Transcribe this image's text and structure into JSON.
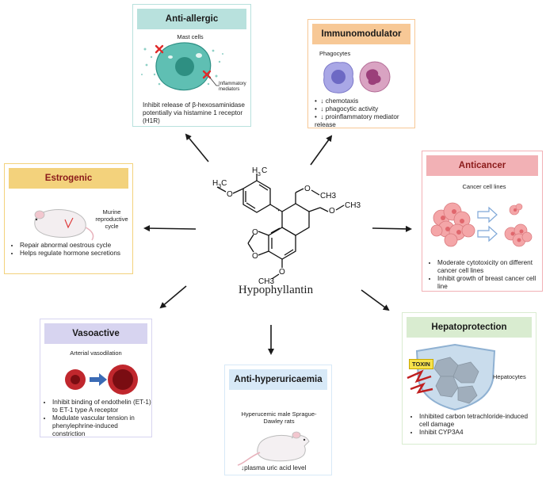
{
  "center": {
    "compound_name": "Hypophyllantin"
  },
  "structure": {
    "och3_top": "O",
    "h3c_top_h": "H",
    "h3c_top_3": "3",
    "h3c_top_c": "C",
    "o_left": "O",
    "och3_bottom_o": "O",
    "och3_bottom_ch3": "CH3",
    "chain1_o": "O",
    "chain1_ch3": "CH3",
    "chain2_o": "O",
    "chain2_ch3": "CH3",
    "ring_o1": "O",
    "ring_o2": "O"
  },
  "panels": {
    "anti_allergic": {
      "title": "Anti-allergic",
      "header_color": "#b8e1dd",
      "cell_label": "Mast cells",
      "mediator_label": "Inflammatory mediators",
      "description": "Inhibit release of β-hexosaminidase potentially via histamine 1 receptor (H1R)"
    },
    "immunomodulator": {
      "title": "Immunomodulator",
      "header_color": "#f7c896",
      "cell_label": "Phagocytes",
      "items": [
        "↓ chemotaxis",
        "↓ phagocytic activity",
        "↓ proinflammatory mediator release"
      ]
    },
    "estrogenic": {
      "title": "Estrogenic",
      "header_color": "#f3d27c",
      "label": "Murine reproductive cycle",
      "items": [
        "Repair abnormal oestrous cycle",
        "Helps regulate hormone secretions"
      ]
    },
    "anticancer": {
      "title": "Anticancer",
      "header_color": "#f2b1b5",
      "label": "Cancer cell lines",
      "items": [
        "Moderate cytotoxicity on different cancer cell lines",
        "Inhibit growth of breast cancer cell line"
      ]
    },
    "vasoactive": {
      "title": "Vasoactive",
      "header_color": "#d7d4f0",
      "label": "Arterial vasodilation",
      "items": [
        "Inhibit binding of endothelin (ET-1) to ET-1 type A receptor",
        "Modulate vascular tension in phenylephrine-induced constriction"
      ]
    },
    "anti_hyperuricaemia": {
      "title": "Anti-hyperuricaemia",
      "header_color": "#d7e9f7",
      "label": "Hyperucemic male Sprague-Dawley rats",
      "description": "↓plasma uric acid level"
    },
    "hepatoprotection": {
      "title": "Hepatoprotection",
      "header_color": "#d9ecd0",
      "toxin_label": "TOXIN",
      "cell_label": "Hepatocytes",
      "items": [
        "Inhibited carbon tetrachloride-induced cell damage",
        "Inhibit CYP3A4"
      ]
    }
  }
}
